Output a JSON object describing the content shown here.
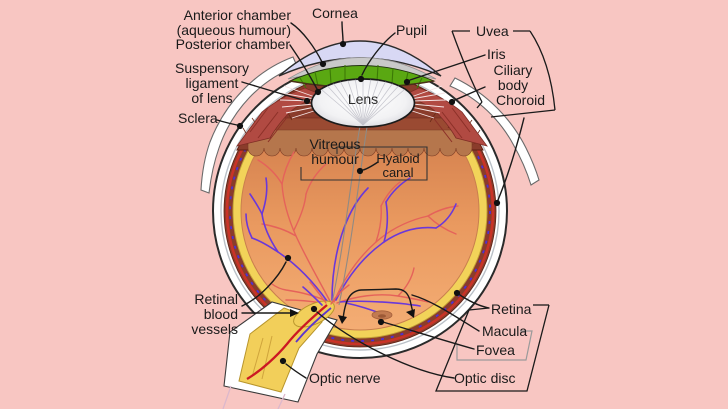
{
  "background_color": "#f8c6c2",
  "labels": {
    "anterior_chamber": {
      "line1": "Anterior chamber",
      "line2": "(aqueous humour)"
    },
    "posterior_chamber": {
      "text": "Posterior chamber"
    },
    "cornea": {
      "text": "Cornea"
    },
    "pupil": {
      "text": "Pupil"
    },
    "uvea": {
      "text": "Uvea"
    },
    "iris": {
      "text": "Iris"
    },
    "ciliary_body": {
      "line1": "Ciliary",
      "line2": "body"
    },
    "choroid": {
      "text": "Choroid"
    },
    "suspensory_ligament": {
      "line1": "Suspensory",
      "line2": "ligament",
      "line3": "of lens"
    },
    "sclera": {
      "text": "Sclera"
    },
    "lens": {
      "text": "Lens"
    },
    "vitreous_humour": {
      "line1": "Vitreous",
      "line2": "humour"
    },
    "hyaloid_canal": {
      "line1": "Hyaloid",
      "line2": "canal"
    },
    "retinal_blood_vessels": {
      "line1": "Retinal",
      "line2": "blood",
      "line3": "vessels"
    },
    "optic_nerve": {
      "text": "Optic nerve"
    },
    "retina": {
      "text": "Retina"
    },
    "macula": {
      "text": "Macula"
    },
    "fovea": {
      "text": "Fovea"
    },
    "optic_disc": {
      "text": "Optic disc"
    }
  },
  "colors": {
    "sclera": "#ffffff",
    "cornea": "#d8d8f4",
    "anterior_chamber": "#c9c9c9",
    "iris": "#5aa812",
    "lens": "#f2f2f4",
    "ciliary_body": "#b14a42",
    "choroid": "#8a3c2b",
    "retina": "#f2d359",
    "vitreous": "#e9995f",
    "optic_nerve": "#f2cf5a",
    "vessel_red": "#e5625a",
    "vessel_blue": "#6a38da",
    "leader_line": "#1a1a1a"
  }
}
